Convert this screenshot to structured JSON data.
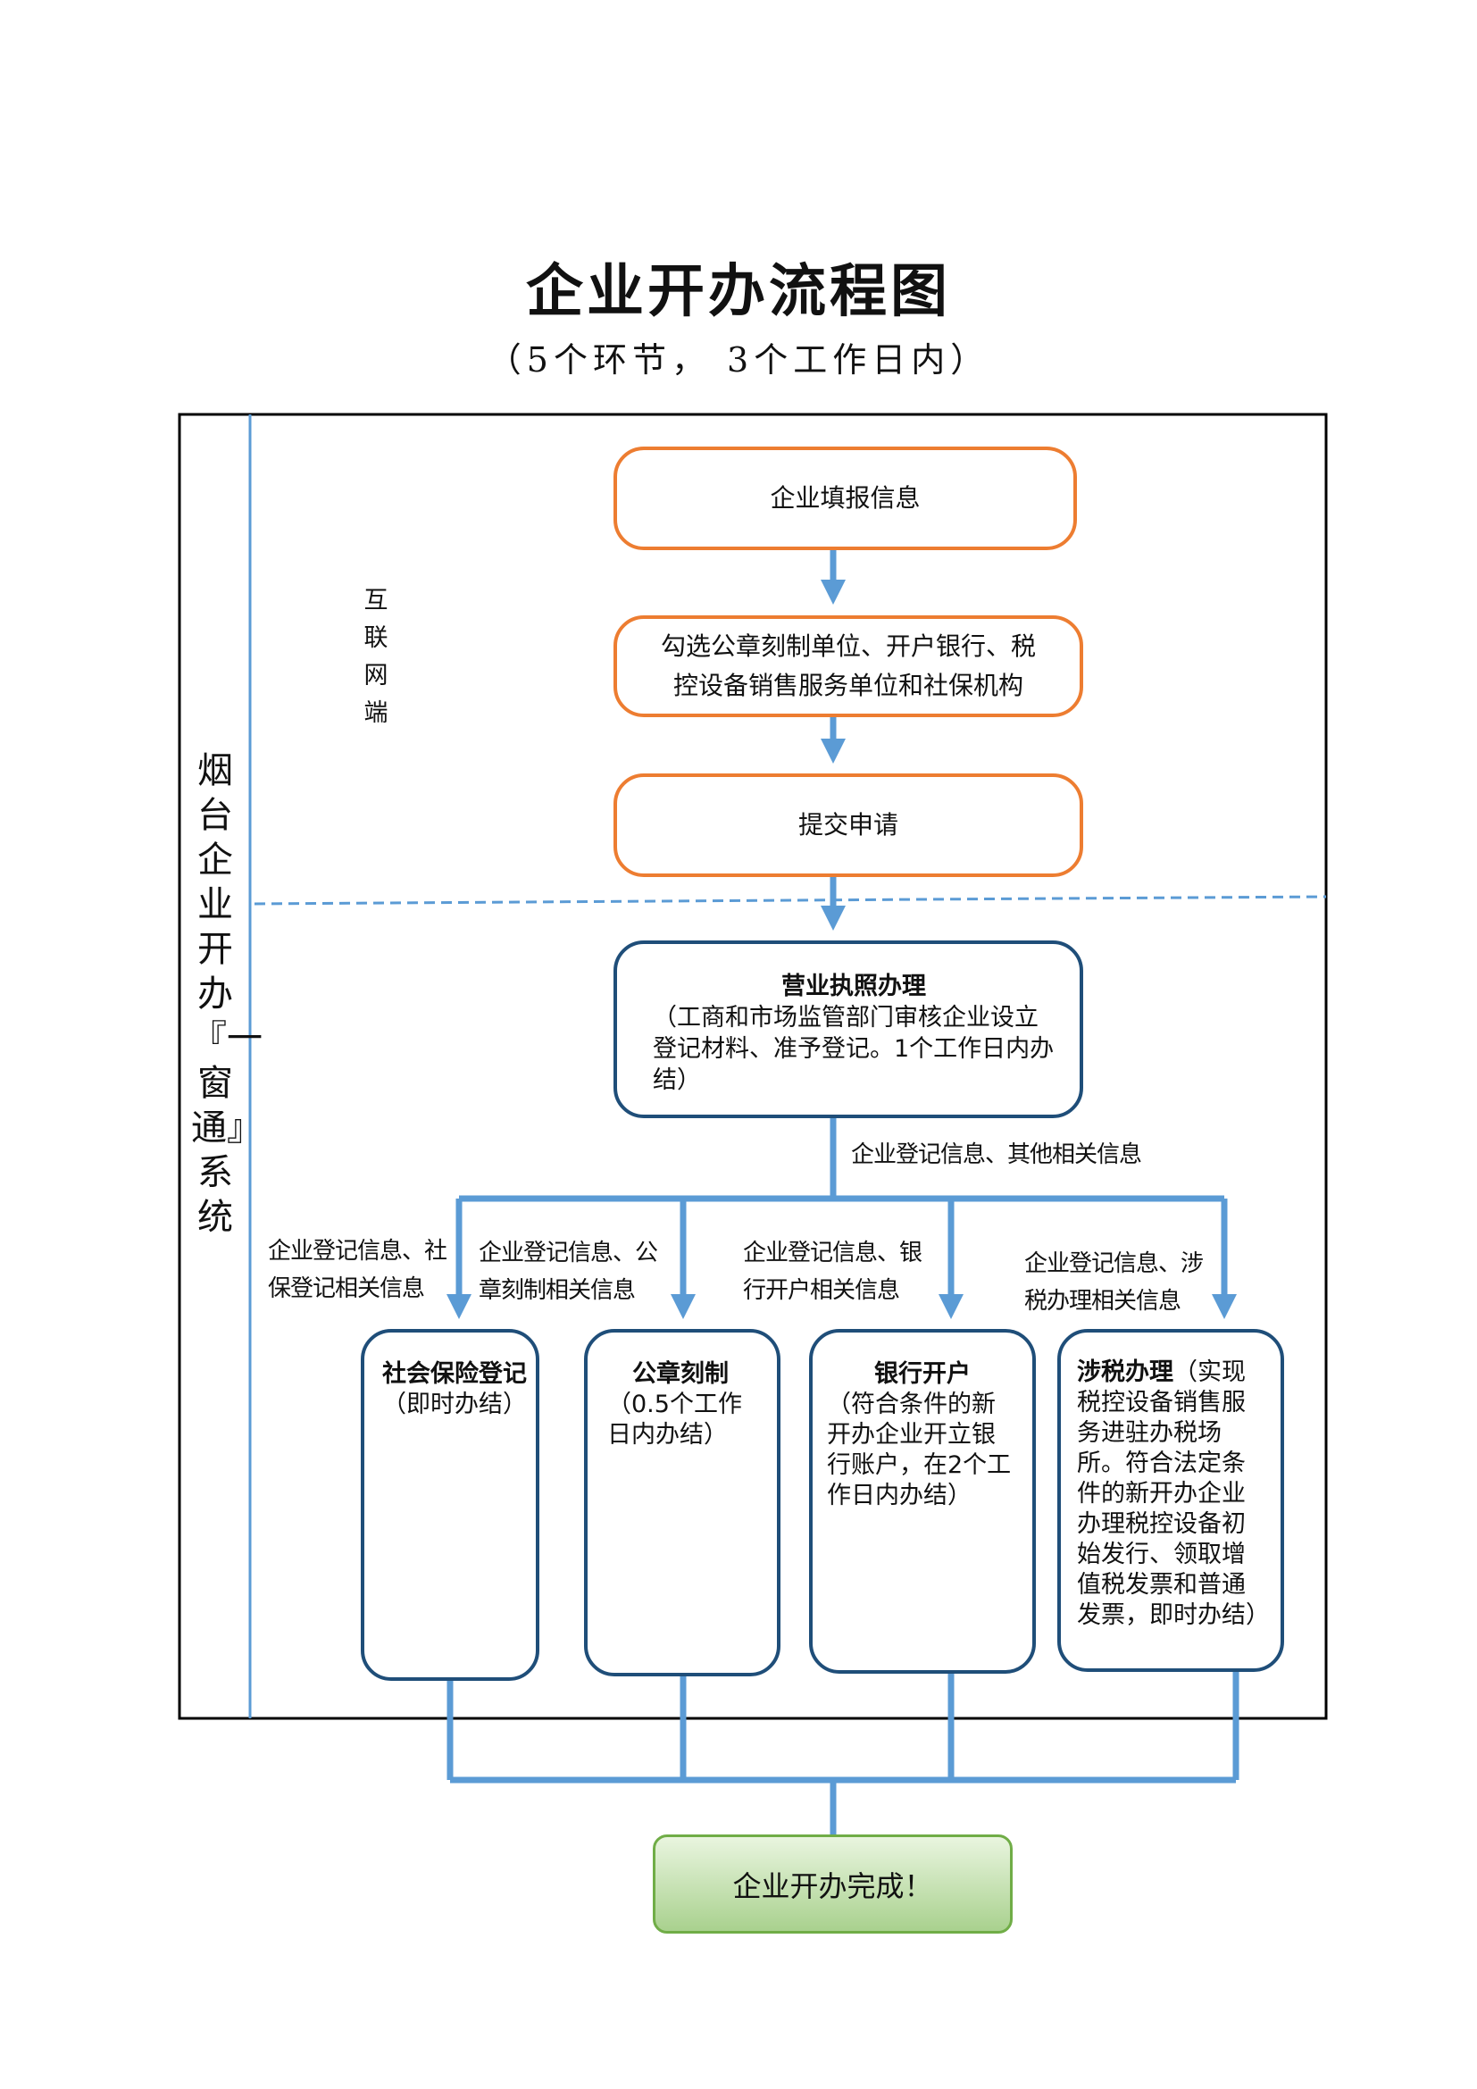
{
  "title": "企业开办流程图",
  "subtitle": "（5个环节， 3个工作日内）",
  "system_label": "烟台企业开办『一窗通』系统",
  "zone_label": "互联网端",
  "steps": {
    "fill_info": "企业填报信息",
    "select_units": "勾选公章刻制单位、开户银行、税控设备销售服务单位和社保机构",
    "submit": "提交申请",
    "license": {
      "title": "营业执照办理",
      "body": "（工商和市场监管部门审核企业设立登记材料、准予登记。1个工作日内办结）"
    },
    "social": {
      "title": "社会保险登记",
      "body": "（即时办结）"
    },
    "seal": {
      "title": "公章刻制",
      "body": "（0.5个工作日内办结）"
    },
    "bank": {
      "title": "银行开户",
      "body": "（符合条件的新开办企业开立银行账户，在2个工作日内办结）"
    },
    "tax": {
      "title": "涉税办理",
      "body": "（实现税控设备销售服务进驻办税场所。符合法定条件的新开办企业办理税控设备初始发行、领取增值税发票和普通发票，即时办结）"
    },
    "done": "企业开办完成！"
  },
  "edge_labels": {
    "license_out": "企业登记信息、其他相关信息",
    "social": "企业登记信息、社保登记相关信息",
    "seal": "企业登记信息、公章刻制相关信息",
    "bank": "企业登记信息、银行开户相关信息",
    "tax": "企业登记信息、涉税办理相关信息"
  },
  "colors": {
    "connector": "#5B9BD5",
    "orange_border": "#ED7D31",
    "blue_border": "#1F4E79",
    "green_border": "#70AD47",
    "green_fill": "#A9D18E",
    "frame": "#000000"
  }
}
